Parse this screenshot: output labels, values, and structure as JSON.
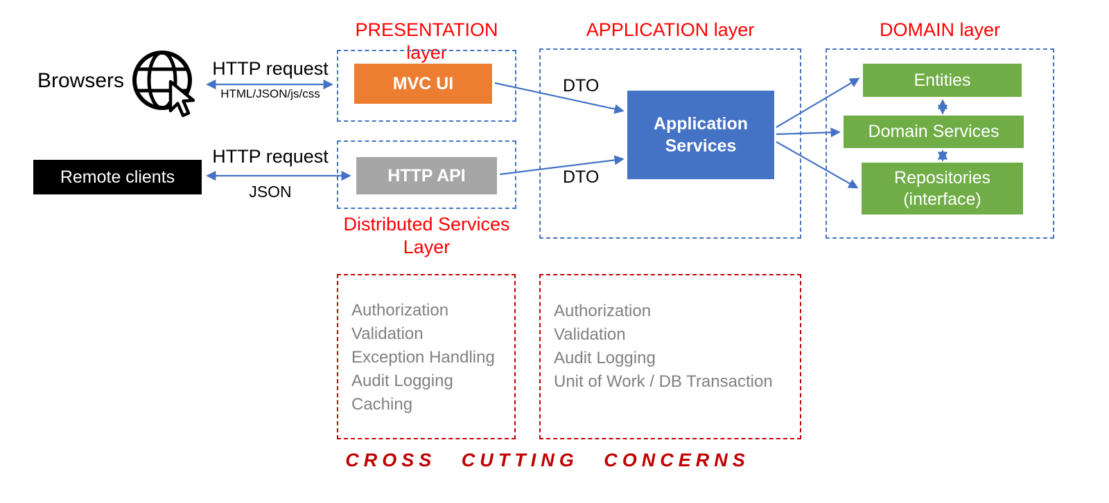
{
  "layers": {
    "presentation": "PRESENTATION layer",
    "application": "APPLICATION layer",
    "domain": "DOMAIN layer",
    "distributed_line1": "Distributed Services",
    "distributed_line2": "Layer"
  },
  "clients": {
    "browsers": "Browsers",
    "remote_clients": "Remote clients"
  },
  "edges": {
    "http_request_browser": "HTTP request",
    "http_request_browser_detail": "HTML/JSON/js/css",
    "http_request_remote": "HTTP request",
    "http_request_remote_detail": "JSON",
    "dto_mvc": "DTO",
    "dto_api": "DTO"
  },
  "nodes": {
    "mvc_ui": "MVC UI",
    "http_api": "HTTP API",
    "application_services": "Application Services",
    "entities": "Entities",
    "domain_services": "Domain Services",
    "repositories_line1": "Repositories",
    "repositories_line2": "(interface)"
  },
  "cross_cutting": {
    "title": "CROSS CUTTING CONCERNS",
    "presentation_concerns": [
      "Authorization",
      "Validation",
      "Exception Handling",
      "Audit Logging",
      "Caching"
    ],
    "application_concerns": [
      "Authorization",
      "Validation",
      "Audit Logging",
      "Unit of Work / DB Transaction"
    ]
  },
  "colors": {
    "layer_label_red": "#ff0000",
    "cross_cutting_red": "#c00000",
    "connector_blue": "#4472c4",
    "mvc_ui_orange": "#ed7d31",
    "http_api_gray": "#a6a6a6",
    "application_services_blue": "#4472c4",
    "domain_green": "#70ad47",
    "concern_text_gray": "#808080",
    "remote_clients_black": "#000000"
  }
}
